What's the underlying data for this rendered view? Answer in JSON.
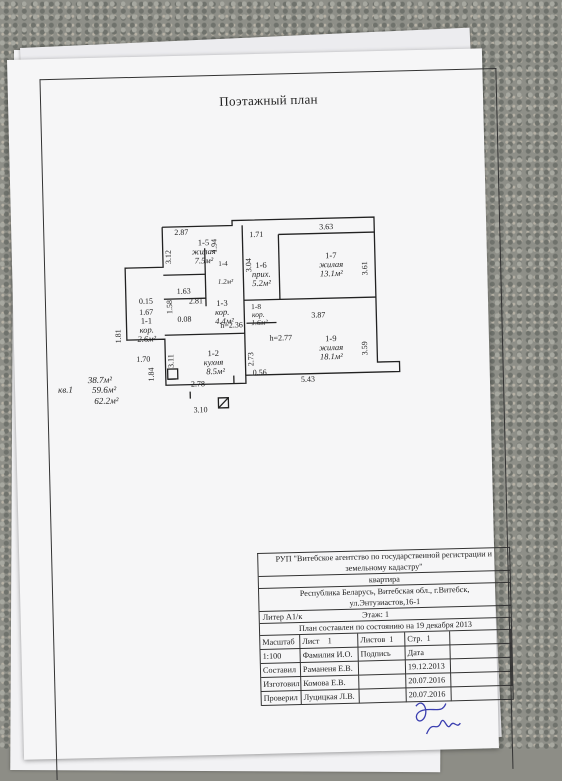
{
  "title": "Поэтажный план",
  "rooms": [
    {
      "id": "1-1",
      "name": "кор.",
      "area": "2.6м²"
    },
    {
      "id": "1-2",
      "name": "кухня",
      "area": "8.5м²"
    },
    {
      "id": "1-3",
      "name": "кор.",
      "area": "4.4м²"
    },
    {
      "id": "1-4",
      "name": "",
      "area": "1.2м²"
    },
    {
      "id": "1-5",
      "name": "жилая",
      "area": "7.5м²"
    },
    {
      "id": "1-6",
      "name": "прих.",
      "area": "5.2м²"
    },
    {
      "id": "1-7",
      "name": "жилая",
      "area": "13.1м²"
    },
    {
      "id": "1-8",
      "name": "кор.",
      "area": "1.6м²"
    },
    {
      "id": "1-9",
      "name": "жилая",
      "area": "18.1м²"
    }
  ],
  "dimensions": {
    "d287": "2.87",
    "d194": "1.94",
    "d312": "3.12",
    "d171": "1.71",
    "d363": "3.63",
    "d361": "3.61",
    "d304": "3.04",
    "d163": "1.63",
    "d281": "2.81",
    "d158": "1.58",
    "d008": "0.08",
    "d015": "0.15",
    "d167": "1.67",
    "d181": "1.81",
    "d387": "3.87",
    "h236": "h=2.36",
    "h277": "h=2.77",
    "d359": "3.59",
    "d170": "1.70",
    "d311": "3.11",
    "d184": "1.84",
    "d273": "2.73",
    "d056": "0.56",
    "d543": "5.43",
    "d278": "2.78",
    "d310": "3.10"
  },
  "apartment": {
    "label": "кв.1",
    "area_living": "38.7м²",
    "area_total": "59.6м²",
    "area_full": "62.2м²"
  },
  "stamp": {
    "org": "РУП \"Витебское агентство по государственной регистрации и",
    "org2": "земельному кадастру\"",
    "object_type": "квартира",
    "address1": "Республика Беларусь, Витебская обл., г.Витебск,",
    "address2": "ул.Энтузиастов,16-1",
    "liter": "Литер А1/к",
    "floor": "Этаж: 1",
    "date_line": "План составлен по состоянию на 19 декабря 2013",
    "h_scale": "Масштаб",
    "h_sheet": "Лист",
    "sheet_no": "1",
    "h_sheets": "Листов",
    "sheets_no": "1",
    "h_page": "Стр.",
    "page_no": "1",
    "scale": "1:100",
    "h_name": "Фамилия И.О.",
    "h_sign": "Подпись",
    "h_date": "Дата",
    "r1_role": "Составил",
    "r1_name": "Раманеня Е.В.",
    "r1_date": "19.12.2013",
    "r2_role": "Изготовил",
    "r2_name": "Комова Е.В.",
    "r2_date": "20.07.2016",
    "r3_role": "Проверил",
    "r3_name": "Луцицкая Л.В.",
    "r3_date": "20.07.2016"
  },
  "signature_color": "#3b3fb0"
}
